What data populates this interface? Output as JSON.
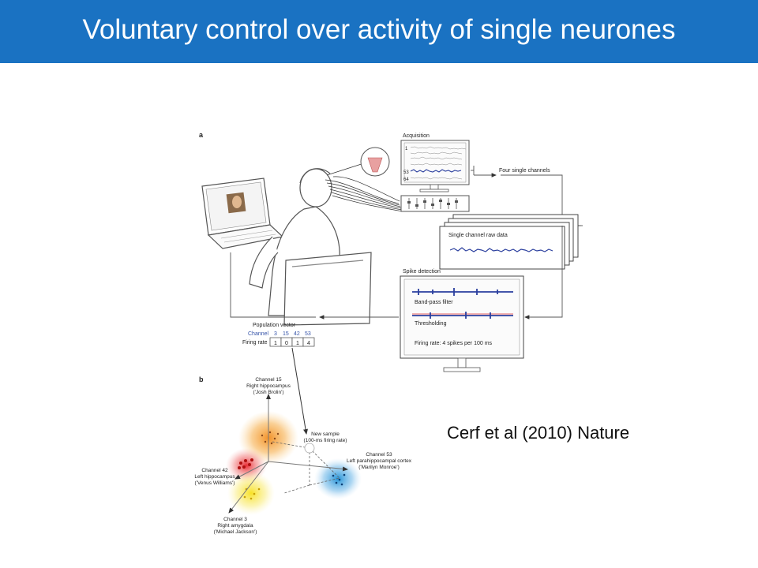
{
  "slide": {
    "title": "Voluntary control over activity of single neurones",
    "citation": "Cerf et al (2010) Nature"
  },
  "figure": {
    "panel_a": "a",
    "panel_b": "b",
    "acquisition": "Acquisition",
    "channel_numbers": [
      "1",
      "53",
      "64"
    ],
    "four_single_channels": "Four single channels",
    "single_channel_raw": "Single channel raw data",
    "spike_detection": "Spike detection",
    "band_pass": "Band-pass filter",
    "thresholding": "Thresholding",
    "firing_rate_note": "Firing rate: 4 spikes per 100 ms",
    "population_vector": "Population vector",
    "pv_channel_label": "Channel",
    "pv_firing_label": "Firing rate",
    "pv_channels": [
      "3",
      "15",
      "42",
      "53"
    ],
    "pv_rates": [
      "1",
      "0",
      "1",
      "4"
    ],
    "ch15": [
      "Channel 15",
      "Right hippocampus",
      "('Josh Brolin')"
    ],
    "ch42": [
      "Channel 42",
      "Left hippocampus",
      "('Venus Williams')"
    ],
    "ch3": [
      "Channel 3",
      "Right amygdala",
      "('Michael Jackson')"
    ],
    "ch53": [
      "Channel 53",
      "Left parahippocampal cortex",
      "('Marilyn Monroe')"
    ],
    "new_sample": [
      "New sample",
      "(100-ms firing rate)"
    ]
  },
  "colors": {
    "title_bar": "#1a72c2",
    "signal_blue": "#2b3f9e",
    "orange_cluster": "#f28c1e",
    "red_cluster": "#e8202a",
    "yellow_cluster": "#f7e01a",
    "blue_cluster": "#1b8fd6"
  }
}
